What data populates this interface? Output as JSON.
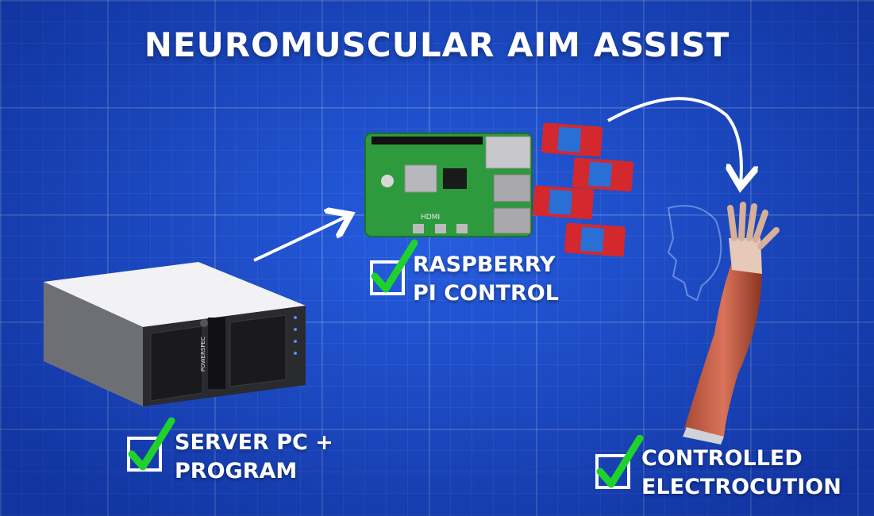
{
  "title": "NEUROMUSCULAR AIM ASSIST",
  "server": {
    "line1": "SERVER PC +",
    "line2": "PROGRAM",
    "brand": "POWERSPEC"
  },
  "pi": {
    "line1": "RASPBERRY",
    "line2": "PI CONTROL",
    "hdmi": "HDMI"
  },
  "arm": {
    "line1": "CONTROLLED",
    "line2": "ELECTROCUTION"
  },
  "colors": {
    "check": "#1fd12c",
    "grid": "#1a4fd0",
    "board": "#2e9a3e",
    "relay": "#d2282e"
  }
}
